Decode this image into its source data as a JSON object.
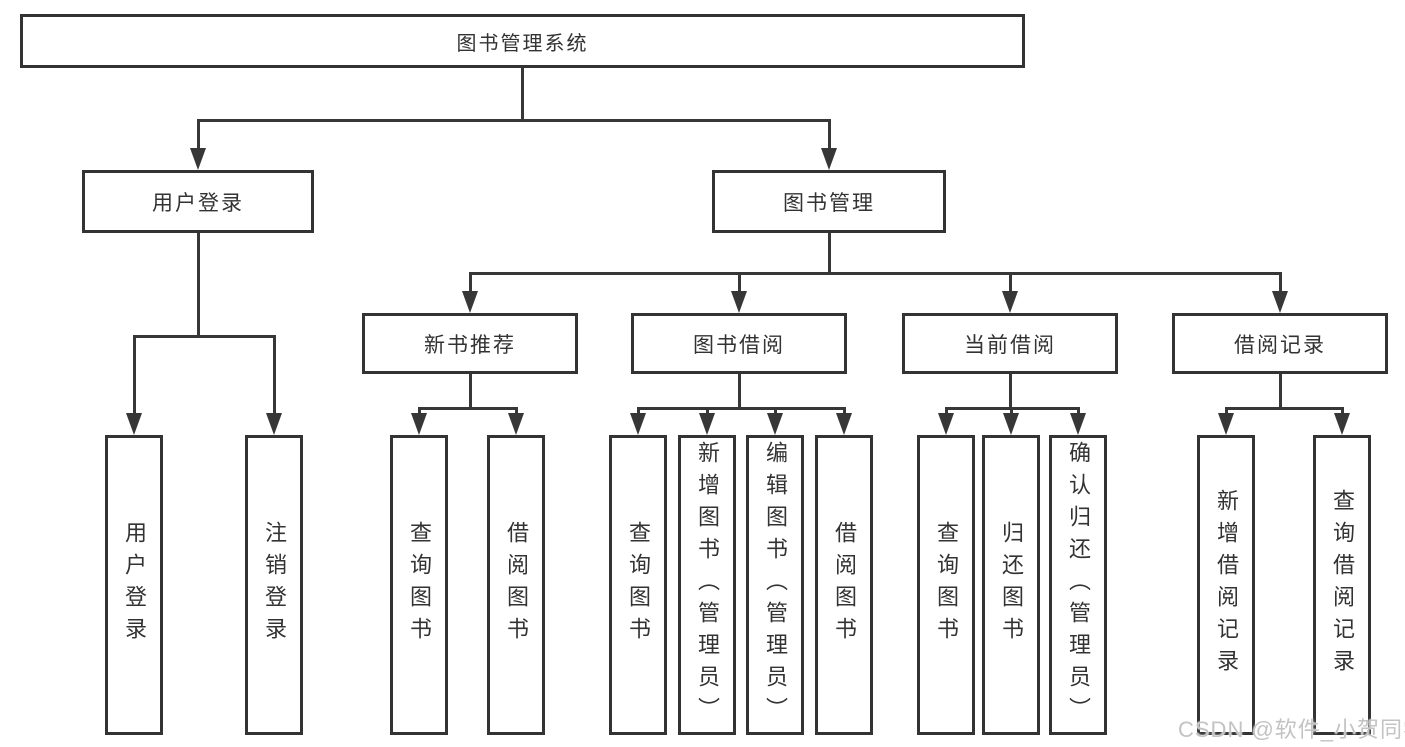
{
  "diagram": {
    "root": {
      "label": "图书管理系统"
    },
    "level2": [
      {
        "label": "用户登录",
        "children": [
          {
            "label": "用户登录"
          },
          {
            "label": "注销登录"
          }
        ]
      },
      {
        "label": "图书管理",
        "children": [
          {
            "label": "新书推荐",
            "children": [
              {
                "label": "查询图书"
              },
              {
                "label": "借阅图书"
              }
            ]
          },
          {
            "label": "图书借阅",
            "children": [
              {
                "label": "查询图书"
              },
              {
                "label": "新增图书（管理员）"
              },
              {
                "label": "编辑图书（管理员）"
              },
              {
                "label": "借阅图书"
              }
            ]
          },
          {
            "label": "当前借阅",
            "children": [
              {
                "label": "查询图书"
              },
              {
                "label": "归还图书"
              },
              {
                "label": "确认归还（管理员）"
              }
            ]
          },
          {
            "label": "借阅记录",
            "children": [
              {
                "label": "新增借阅记录"
              },
              {
                "label": "查询借阅记录"
              }
            ]
          }
        ]
      }
    ]
  },
  "watermark": {
    "text": "CSDN @软件_小贺同学"
  },
  "colors": {
    "line": "#373737",
    "border": "#333333",
    "text": "#333333",
    "watermark": "#c3c3c3",
    "background": "#ffffff"
  }
}
